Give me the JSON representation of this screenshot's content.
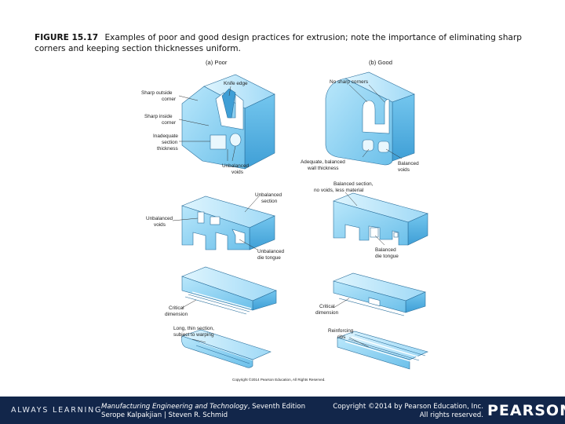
{
  "caption": {
    "figure_label": "FIGURE 15.17",
    "text": "Examples of poor and good design practices for extrusion; note the importance of eliminating sharp corners and keeping section thicknesses uniform."
  },
  "figure": {
    "poor_heading": "(a) Poor",
    "good_heading": "(b) Good",
    "labels": {
      "knife_edge": "Knife edge",
      "sharp_outside_1": "Sharp outside",
      "sharp_outside_2": "corner",
      "sharp_inside_1": "Sharp inside",
      "sharp_inside_2": "corner",
      "inadequate_1": "Inadequate",
      "inadequate_2": "section",
      "inadequate_3": "thickness",
      "unbalanced_voids_1": "Unbalanced",
      "unbalanced_voids_2": "voids",
      "no_sharp_corners": "No sharp corners",
      "adequate_1": "Adequate, balanced",
      "adequate_2": "wall thickness",
      "balanced_voids_1": "Balanced",
      "balanced_voids_2": "voids",
      "unbalanced_section_1": "Unbalanced",
      "unbalanced_section_2": "section",
      "unbalanced_voids_b_1": "Unbalanced",
      "unbalanced_voids_b_2": "voids",
      "unbalanced_tongue_1": "Unbalanced",
      "unbalanced_tongue_2": "die tongue",
      "balanced_section_1": "Balanced section,",
      "balanced_section_2": "no voids, less material",
      "balanced_tongue_1": "Balanced",
      "balanced_tongue_2": "die tongue",
      "critical_a_1": "Critical",
      "critical_a_2": "dimension",
      "critical_b_1": "Critical",
      "critical_b_2": "dimension",
      "long_thin_1": "Long, thin section,",
      "long_thin_2": "subject to warping",
      "reinforcing_1": "Reinforcing",
      "reinforcing_2": "ribs"
    },
    "copyright": "Copyright ©2014 Pearson Education, All Rights Reserved."
  },
  "footer": {
    "brand": "ALWAYS LEARNING",
    "book_title": "Manufacturing Engineering and Technology",
    "edition": ", Seventh Edition",
    "authors": "Serope Kalpakjian | Steven R. Schmid",
    "copyright_line": "Copyright ©2014 by Pearson Education, Inc.",
    "rights": "All rights reserved.",
    "publisher": "PEARSON"
  },
  "colors": {
    "part_fill": "#8fd3f5",
    "part_side": "#5fb8e6",
    "part_top": "#c4ecfc",
    "footer_bg": "#12264a"
  }
}
